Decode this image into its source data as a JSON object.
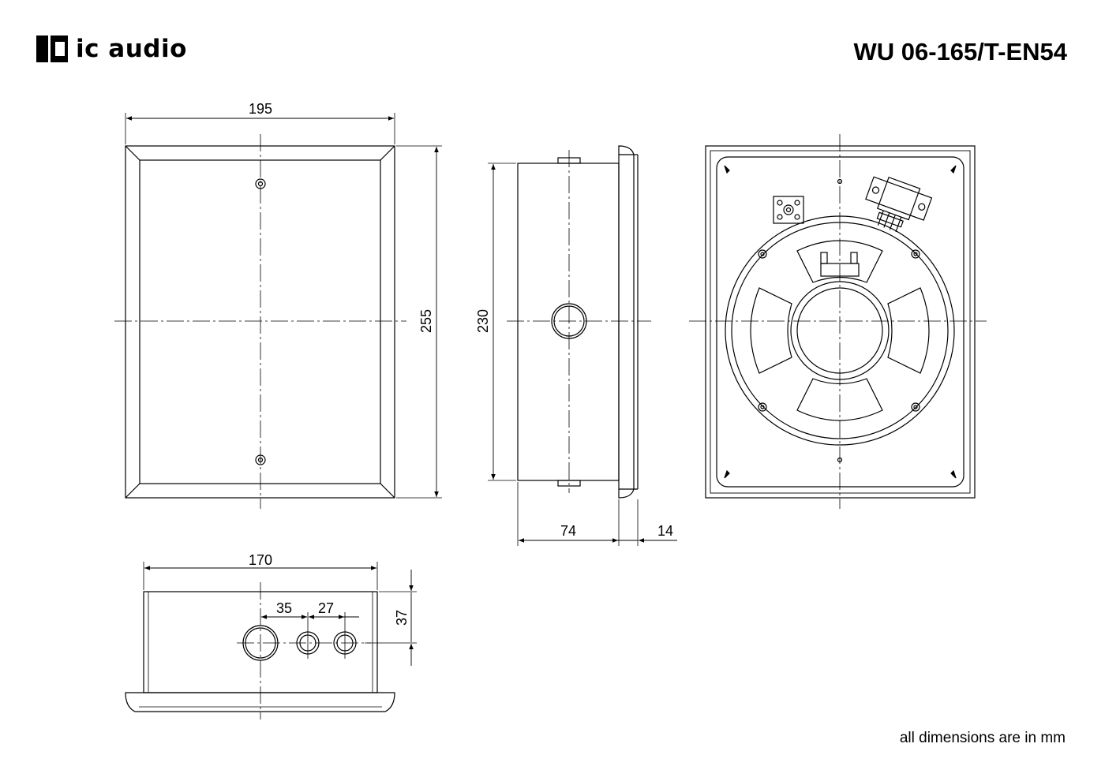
{
  "header": {
    "logo_text": "ic audio",
    "logo_icon": "ic-audio-logo-icon",
    "model": "WU 06-165/T-EN54"
  },
  "footer": {
    "units_note": "all dimensions are in mm"
  },
  "dimensions": {
    "front_width": "195",
    "front_height": "255",
    "side_height": "230",
    "side_depth": "74",
    "flange_depth": "14",
    "bottom_width": "170",
    "hole_spacing_1": "35",
    "hole_spacing_2": "27",
    "bottom_height": "37"
  }
}
